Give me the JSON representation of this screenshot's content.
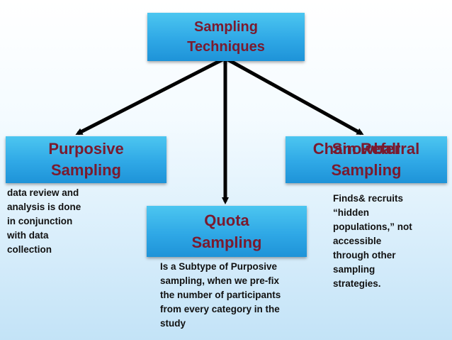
{
  "root": {
    "line1": "Sampling",
    "line2": "Techniques"
  },
  "branches": {
    "purposive": {
      "line1": "Purposive",
      "line2": "Sampling",
      "description": "data review and\nanalysis is done\nin conjunction\nwith data\ncollection"
    },
    "quota": {
      "line1": "Quota",
      "line2": "Sampling",
      "description": "Is a Subtype of Purposive\nsampling, when we pre-fix\nthe number of participants\nfrom every category in the\nstudy"
    },
    "snowball": {
      "line1_overlap_a": "Chain Referral",
      "line1_overlap_b": "Snowball",
      "line2": "Sampling",
      "description": "Finds& recruits\n“hidden\npopulations,” not\naccessible\nthrough other\nsampling\nstrategies."
    }
  },
  "colors": {
    "box_fill": "#2fa8e6",
    "box_text": "#7a1a2e",
    "arrow": "#000000"
  }
}
